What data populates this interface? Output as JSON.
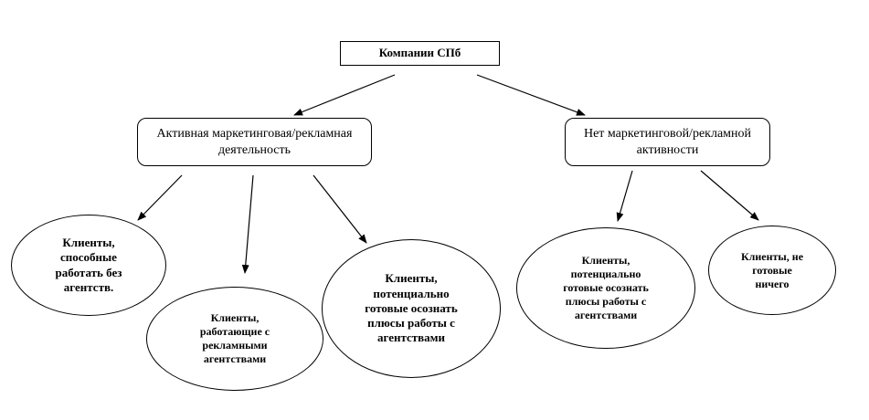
{
  "diagram": {
    "root": {
      "label": "Компании СПб"
    },
    "branches": [
      {
        "label": "Активная маркетинговая/рекламная деятельность"
      },
      {
        "label": "Нет маркетинговой/рекламной активности"
      }
    ],
    "leaves": [
      {
        "label": "Клиенты, способные работать без агентств."
      },
      {
        "label": "Клиенты, работающие с рекламными агентствами"
      },
      {
        "label": "Клиенты, потенциально готовые осознать плюсы работы с агентствами"
      },
      {
        "label": "Клиенты, потенциально готовые осознать плюсы работы с агентствами"
      },
      {
        "label": "Клиенты, не готовые ничего"
      }
    ]
  }
}
